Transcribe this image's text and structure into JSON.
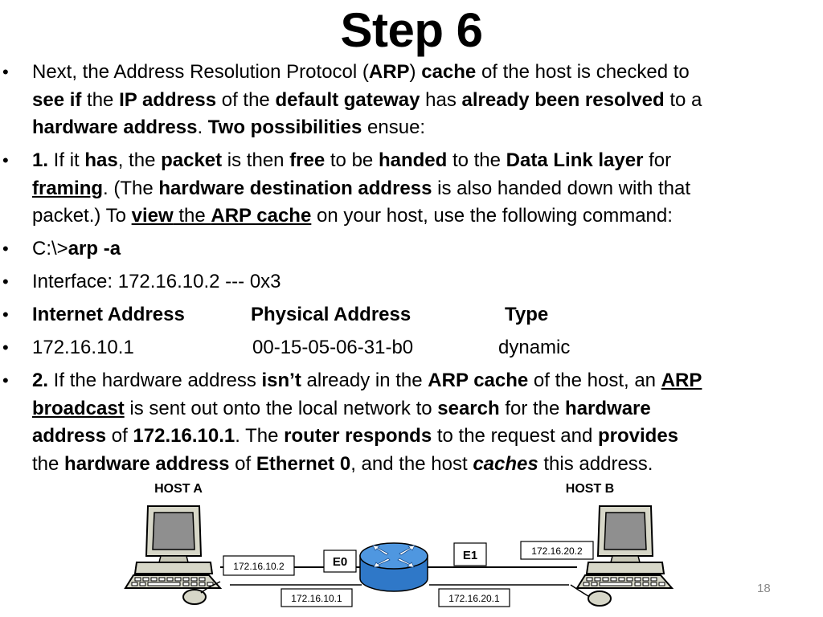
{
  "slide": {
    "title": "Step 6",
    "page_number": "18"
  },
  "bullet1": {
    "t1": "Next, the Address Resolution Protocol (",
    "t2": "ARP",
    "t3": ") ",
    "t4": "cache",
    "t5": " of the host is checked to",
    "t6": "see if",
    "t7": " the ",
    "t8": "IP address",
    "t9": " of the ",
    "t10": "default gateway",
    "t11": " has ",
    "t12": "already been resolved",
    "t13": " to a",
    "t14": "hardware address",
    "t15": ".  ",
    "t16": "Two possibilities",
    "t17": " ensue:"
  },
  "bullet2": {
    "t1": "1.",
    "t2": "  If it ",
    "t3": "has",
    "t4": ", the ",
    "t5": "packet",
    "t6": " is then ",
    "t7": "free",
    "t8": " to be ",
    "t9": "handed",
    "t10": " to the ",
    "t11": "Data Link layer",
    "t12": " for",
    "t13": "framing",
    "t14": ". (The ",
    "t15": "hardware destination address",
    "t16": " is also handed down with that",
    "t17": "packet.) To ",
    "t18": "view",
    "t19": " the ",
    "t20": "ARP cache",
    "t21": " on your host, use the following command:"
  },
  "bullet3": {
    "prompt": "C:\\>",
    "command": "arp -a"
  },
  "bullet4": {
    "text": "Interface: 172.16.10.2 --- 0x3"
  },
  "arp_table": {
    "headers": [
      "Internet Address",
      "Physical Address",
      "Type"
    ],
    "row": [
      "172.16.10.1",
      "00-15-05-06-31-b0",
      "dynamic"
    ]
  },
  "bullet7": {
    "t1": "2.",
    "t2": " If the hardware address ",
    "t3": "isn’t",
    "t4": " already in the ",
    "t5": "ARP cache",
    "t6": " of the host, an ",
    "t7": "ARP",
    "t8": "broadcast",
    "t9": " is sent out onto the local network to ",
    "t10": "search",
    "t11": " for the ",
    "t12": "hardware",
    "t13": "address",
    "t14": " of ",
    "t15": "172.16.10.1",
    "t16": ".  The ",
    "t17": "router responds",
    "t18": " to the request and ",
    "t19": "provides",
    "t20": "the ",
    "t21": "hardware address",
    "t22": " of ",
    "t23": "Ethernet 0",
    "t24": ", and the host ",
    "t25": "caches",
    "t26": " this address."
  },
  "diagram": {
    "host_a_label": "HOST A",
    "host_b_label": "HOST B",
    "host_a_ip": "172.16.10.2",
    "router_e0_label": "E0",
    "router_e0_ip": "172.16.10.1",
    "router_e1_label": "E1",
    "router_e1_ip": "172.16.20.1",
    "host_b_ip": "172.16.20.2",
    "monitor_screen_color": "#8f8f8f",
    "router_color": "#2f78c8",
    "router_top_color": "#4f97e0",
    "icons": [
      "host-a-computer-icon",
      "router-icon",
      "host-b-computer-icon"
    ]
  }
}
